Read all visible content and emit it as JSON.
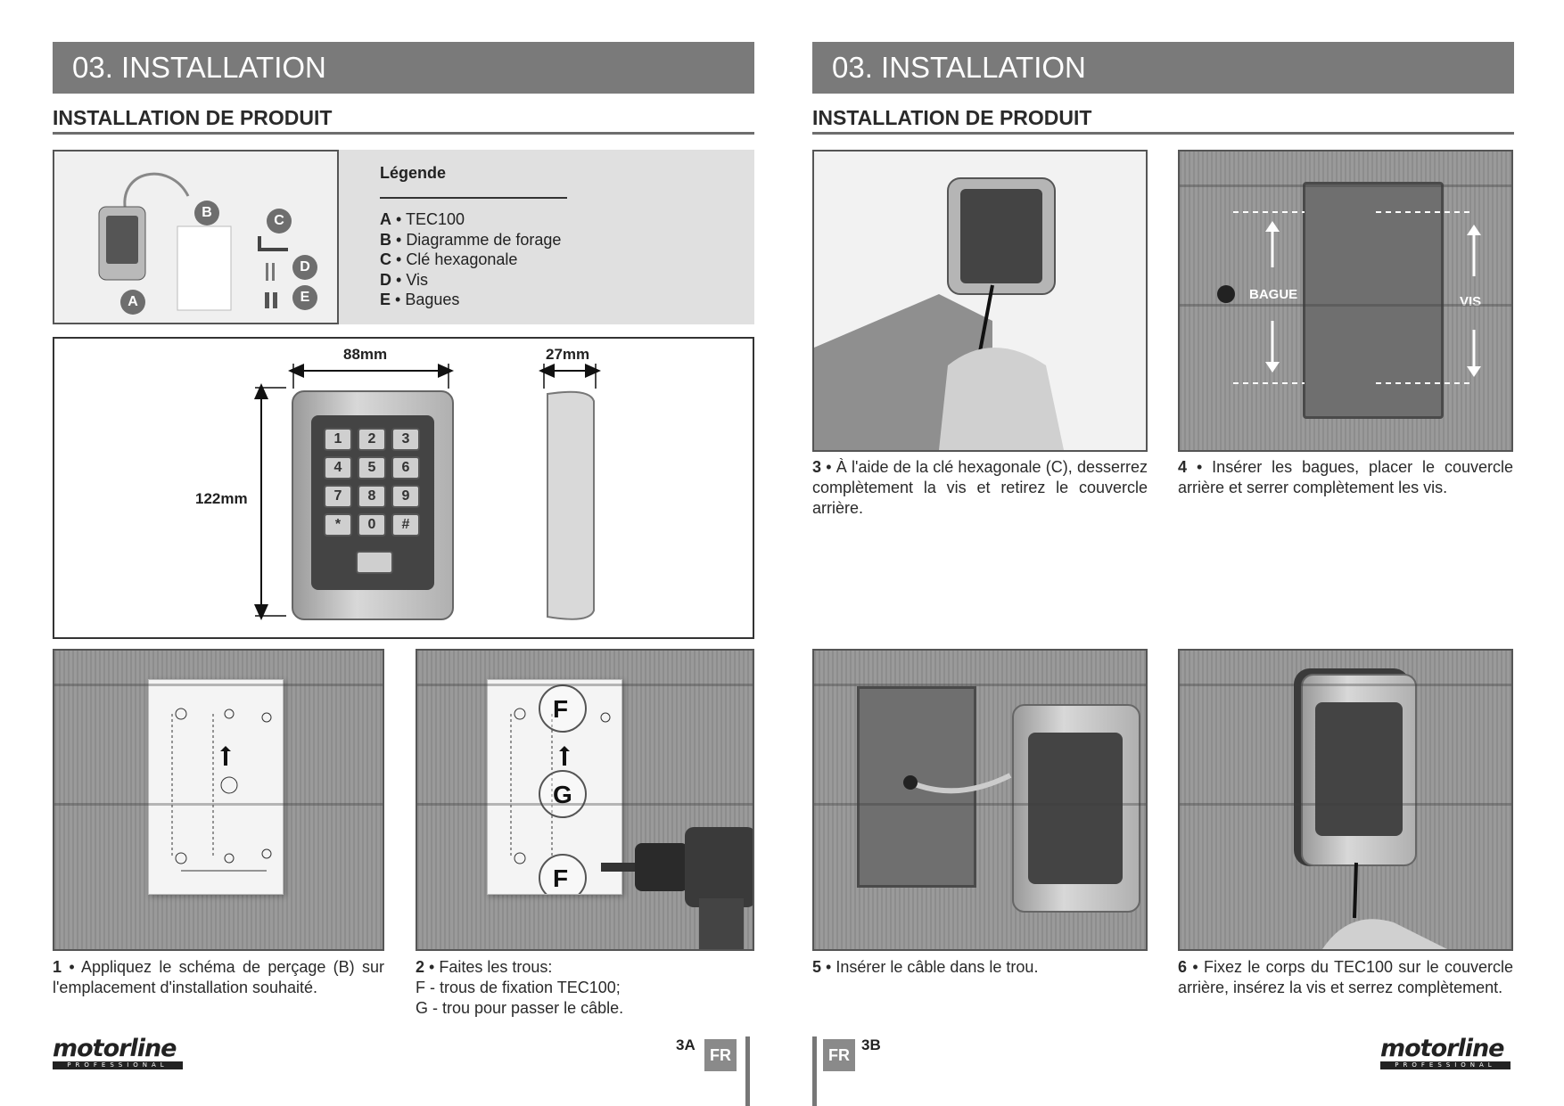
{
  "left": {
    "header": "03. INSTALLATION",
    "subheader": "INSTALLATION DE PRODUIT",
    "legend": {
      "title": "Légende",
      "items": [
        {
          "key": "A",
          "text": "TEC100"
        },
        {
          "key": "B",
          "text": "Diagramme de forage"
        },
        {
          "key": "C",
          "text": "Clé hexagonale"
        },
        {
          "key": "D",
          "text": "Vis"
        },
        {
          "key": "E",
          "text": "Bagues"
        }
      ]
    },
    "parts_labels": [
      "A",
      "B",
      "C",
      "D",
      "E"
    ],
    "dimensions": {
      "width": "88mm",
      "depth": "27mm",
      "height": "122mm"
    },
    "step1": {
      "num": "1",
      "text": " • Appliquez le schéma de perçage (B) sur l'emplacement d'installation souhaité."
    },
    "step2": {
      "num": "2",
      "text": " • Faites les trous:",
      "line2": "F - trous de fixation TEC100;",
      "line3": "G - trou pour passer le câble."
    },
    "drill_labels": {
      "f": "F",
      "g": "G"
    },
    "page_label": "3A",
    "lang": "FR"
  },
  "right": {
    "header": "03. INSTALLATION",
    "subheader": "INSTALLATION DE PRODUIT",
    "step3": {
      "num": "3",
      "text": " • À l'aide de la clé hexagonale (C), desserrez complètement la vis et retirez le couvercle arrière."
    },
    "step4": {
      "num": "4",
      "text": " • Insérer les bagues, placer le couvercle arrière et serrer complètement les vis."
    },
    "step4_labels": {
      "bague": "BAGUE",
      "vis": "VIS"
    },
    "step5": {
      "num": "5",
      "text": " • Insérer le câble dans le trou."
    },
    "step6": {
      "num": "6",
      "text": " • Fixez le corps du TEC100 sur le couvercle arrière, insérez la vis et serrez complètement."
    },
    "page_label": "3B",
    "lang": "FR"
  },
  "brand": {
    "name": "motorline",
    "tagline": "PROFESSIONAL"
  },
  "keypad_keys": [
    "1",
    "2",
    "3",
    "4",
    "5",
    "6",
    "7",
    "8",
    "9",
    "*",
    "0",
    "#"
  ]
}
